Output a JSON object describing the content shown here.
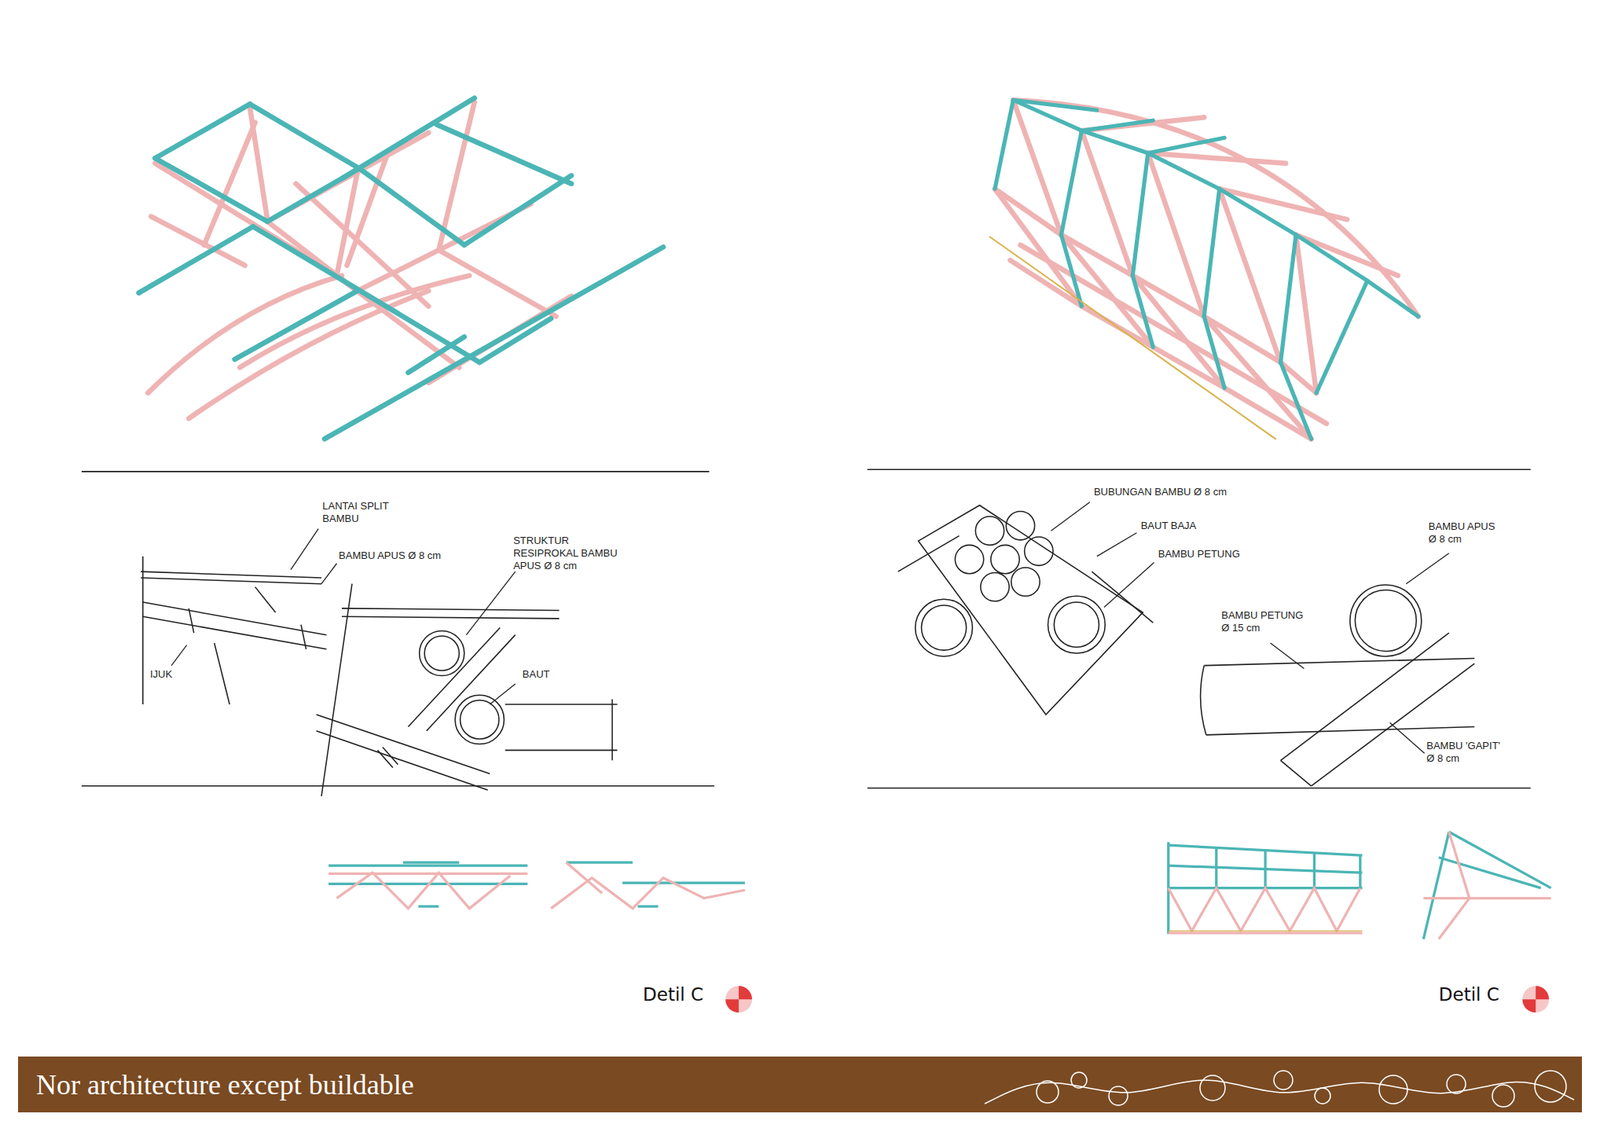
{
  "diagram": {
    "nodes": [
      {
        "text": [
          "Nor architecture except buildable"
        ]
      }
    ],
    "labels": [
      "LANTAI SPLIT BAMBU",
      "BAMBU APUS Ø 8 cm",
      "STRUKTUR RESIPROKAL BAMBU APUS Ø 8 cm",
      "BUBUNGAN BAMBU Ø 8 cm",
      "BAUT BAJA",
      "BAMBU PETUNG",
      "BAMBU APUS Ø 8 cm",
      "BAMBU PETUNG Ø 15 cm",
      "IJUK",
      "BAUT",
      "BAMBU 'GAPIT' Ø 8 cm",
      "Detil C",
      "Detil C"
    ]
  }
}
